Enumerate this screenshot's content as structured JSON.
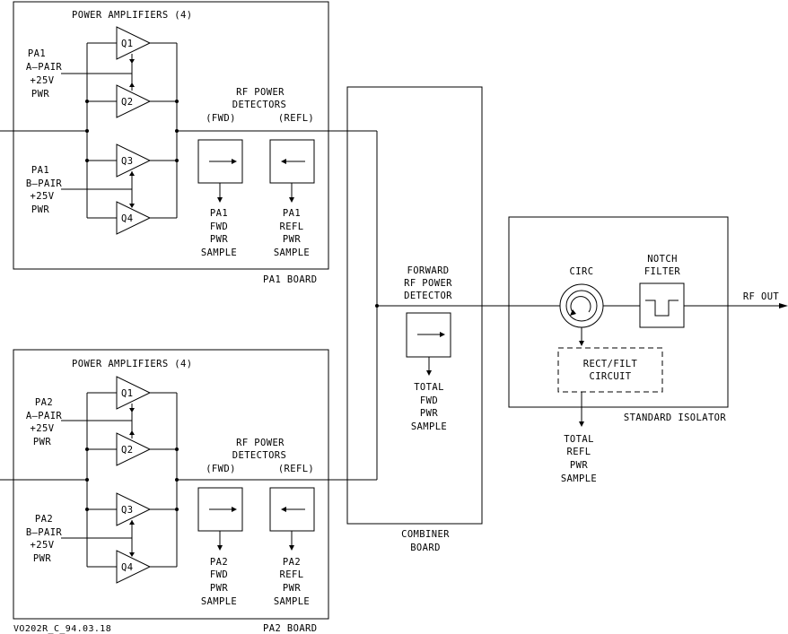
{
  "pa1": {
    "amp_title": "POWER AMPLIFIERS (4)",
    "board_label": "PA1 BOARD",
    "q_labels": [
      "Q1",
      "Q2",
      "Q3",
      "Q4"
    ],
    "a_pair": [
      "PA1",
      "A–PAIR",
      "+25V",
      "PWR"
    ],
    "b_pair": [
      "PA1",
      "B–PAIR",
      "+25V",
      "PWR"
    ],
    "detectors_title": [
      "RF POWER",
      "DETECTORS"
    ],
    "fwd_label": "(FWD)",
    "refl_label": "(REFL)",
    "fwd_sample": [
      "PA1",
      "FWD",
      "PWR",
      "SAMPLE"
    ],
    "refl_sample": [
      "PA1",
      "REFL",
      "PWR",
      "SAMPLE"
    ]
  },
  "pa2": {
    "amp_title": "POWER AMPLIFIERS (4)",
    "board_label": "PA2 BOARD",
    "q_labels": [
      "Q1",
      "Q2",
      "Q3",
      "Q4"
    ],
    "a_pair": [
      "PA2",
      "A–PAIR",
      "+25V",
      "PWR"
    ],
    "b_pair": [
      "PA2",
      "B–PAIR",
      "+25V",
      "PWR"
    ],
    "detectors_title": [
      "RF POWER",
      "DETECTORS"
    ],
    "fwd_label": "(FWD)",
    "refl_label": "(REFL)",
    "fwd_sample": [
      "PA2",
      "FWD",
      "PWR",
      "SAMPLE"
    ],
    "refl_sample": [
      "PA2",
      "REFL",
      "PWR",
      "SAMPLE"
    ]
  },
  "combiner": {
    "detector_title": [
      "FORWARD",
      "RF POWER",
      "DETECTOR"
    ],
    "total_fwd": [
      "TOTAL",
      "FWD",
      "PWR",
      "SAMPLE"
    ],
    "board_label": [
      "COMBINER",
      "BOARD"
    ]
  },
  "isolator": {
    "circ_label": "CIRC",
    "notch_label": [
      "NOTCH",
      "FILTER"
    ],
    "rect_label": [
      "RECT/FILT",
      "CIRCUIT"
    ],
    "label": "STANDARD ISOLATOR",
    "total_refl": [
      "TOTAL",
      "REFL",
      "PWR",
      "SAMPLE"
    ],
    "rf_out": "RF OUT"
  },
  "figure_id": "VO202R_C_94.03.18"
}
